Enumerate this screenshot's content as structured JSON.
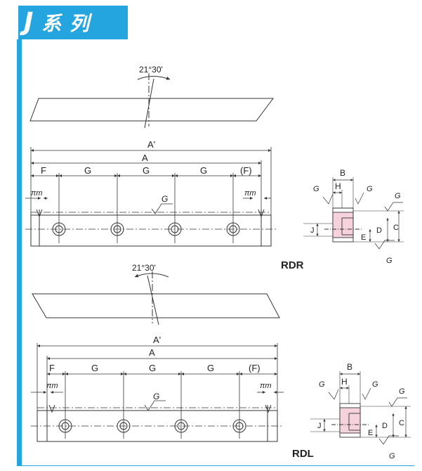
{
  "header": {
    "series_letter": "J",
    "series_suffix": "系 列"
  },
  "top": {
    "angle": "21°30'",
    "dims": {
      "a_prime": "A'",
      "a": "A",
      "f": "F",
      "g1": "G",
      "g2": "G",
      "g3": "G",
      "f_paren": "(F)",
      "pi_left": "πm",
      "pi_right": "πm",
      "finish": "G"
    }
  },
  "rdr": {
    "label": "RDR",
    "dims": {
      "b": "B",
      "h": "H",
      "j": "J",
      "d": "D",
      "c": "C",
      "e": "E",
      "g_left": "G",
      "g_mid": "G",
      "g_right": "G",
      "g_bottom": "G"
    }
  },
  "bottom": {
    "angle": "21°30'",
    "dims": {
      "a_prime": "A'",
      "a": "A",
      "f": "F",
      "g1": "G",
      "g2": "G",
      "g3": "G",
      "f_paren": "(F)",
      "pi_left": "πm",
      "pi_right": "πm",
      "finish": "G"
    }
  },
  "rdl": {
    "label": "RDL",
    "dims": {
      "b": "B",
      "h": "H",
      "j": "J",
      "d": "D",
      "c": "C",
      "e": "E",
      "g_left": "G",
      "g_mid": "G",
      "g_right": "G",
      "g_bottom": "G"
    }
  }
}
